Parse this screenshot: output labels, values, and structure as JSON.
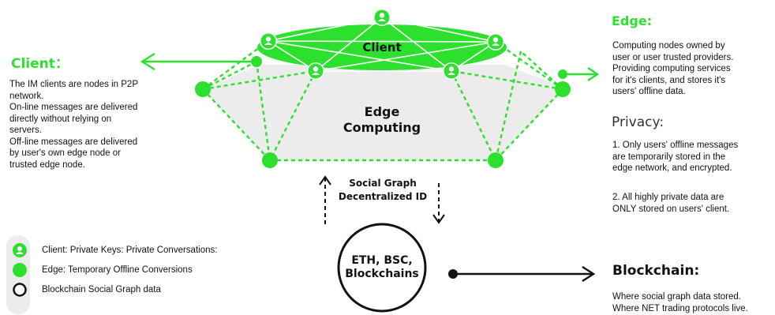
{
  "client_panel": {
    "title": "Client：",
    "lines": [
      "The IM clients are nodes in P2P",
      "network.",
      "On-line messages are delivered",
      "directly without relying on",
      "servers.",
      "Off-line messages are delivered",
      "by user's own edge node or",
      "trusted edge node."
    ]
  },
  "edge_panel": {
    "title": "Edge:",
    "lines": [
      "Computing nodes owned by",
      "user or user trusted providers.",
      "Providing computing services",
      "for it's clients, and stores it's",
      "users' offline data."
    ],
    "privacy_title": "Privacy:",
    "privacy_lines_1": [
      "1. Only users' offline messages",
      "are temporarily stored in the",
      "edge network, and encrypted."
    ],
    "privacy_lines_2": [
      "2. All highly private data are",
      "ONLY stored on users' client."
    ]
  },
  "blockchain_panel": {
    "title": "Blockchain:",
    "lines": [
      "Where social graph data stored.",
      "Where NET trading protocols live."
    ]
  },
  "diagram": {
    "client_label": "Client",
    "edge_label_1": "Edge",
    "edge_label_2": "Computing",
    "social_graph_1": "Social Graph",
    "social_graph_2": "Decentralized ID",
    "blockchain_1": "ETH, BSC,",
    "blockchain_2": "Blockchains"
  },
  "legend": [
    {
      "icon": "user-node-icon",
      "label": "Client: Private Keys: Private Conversations:"
    },
    {
      "icon": "edge-node-icon",
      "label": "Edge: Temporary Offline Conversions"
    },
    {
      "icon": "blockchain-ring-icon",
      "label": "Blockchain Social Graph data"
    }
  ],
  "colors": {
    "green": "#2ee02e",
    "gray_band": "#ececec",
    "dark": "#111111"
  }
}
